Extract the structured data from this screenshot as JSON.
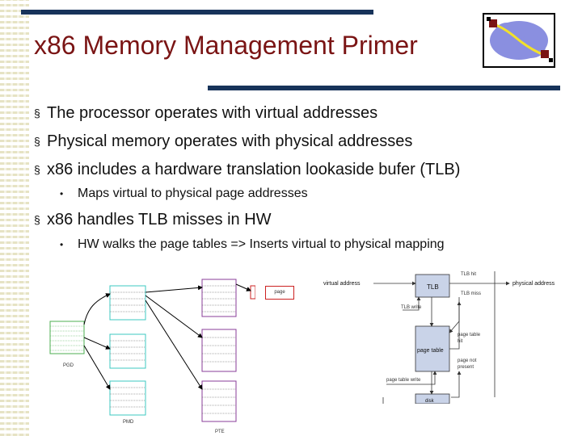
{
  "slide": {
    "title": "x86 Memory Management Primer",
    "bullets": [
      {
        "text": "The processor operates with virtual addresses"
      },
      {
        "text": "Physical memory operates with physical addresses"
      },
      {
        "text": "x86 includes a hardware translation lookaside bufer (TLB)"
      },
      {
        "text": "x86 handles TLB misses in HW"
      }
    ],
    "sub_bullets": [
      {
        "text": "Maps virtual to physical page addresses"
      },
      {
        "text": "HW walks the page tables => Inserts virtual to physical mapping"
      }
    ]
  },
  "page_table_diagram": {
    "page_label": "page",
    "pte_label": "PTE",
    "pmd_label": "PMD",
    "pgd_label": "PGD"
  },
  "tlb_diagram": {
    "virtual_address": "virtual address",
    "tlb": "TLB",
    "tlb_hit": "TLB hit",
    "tlb_miss": "TLB miss",
    "physical_address": "physical address",
    "tlb_write": "TLB write",
    "page_table": "page table",
    "page_table_hit_1": "page table",
    "page_table_hit_2": "hit",
    "page_not_present_1": "page not",
    "page_not_present_2": "present",
    "page_table_write": "page table write",
    "disk": "disk"
  },
  "colors": {
    "title": "#7a1414",
    "bars": "#17335a",
    "green": "#4caf50",
    "cyan": "#3cc8c0",
    "purple": "#8a3c9a",
    "red": "#cc2222",
    "tlb_box": "#c9d3e8"
  }
}
